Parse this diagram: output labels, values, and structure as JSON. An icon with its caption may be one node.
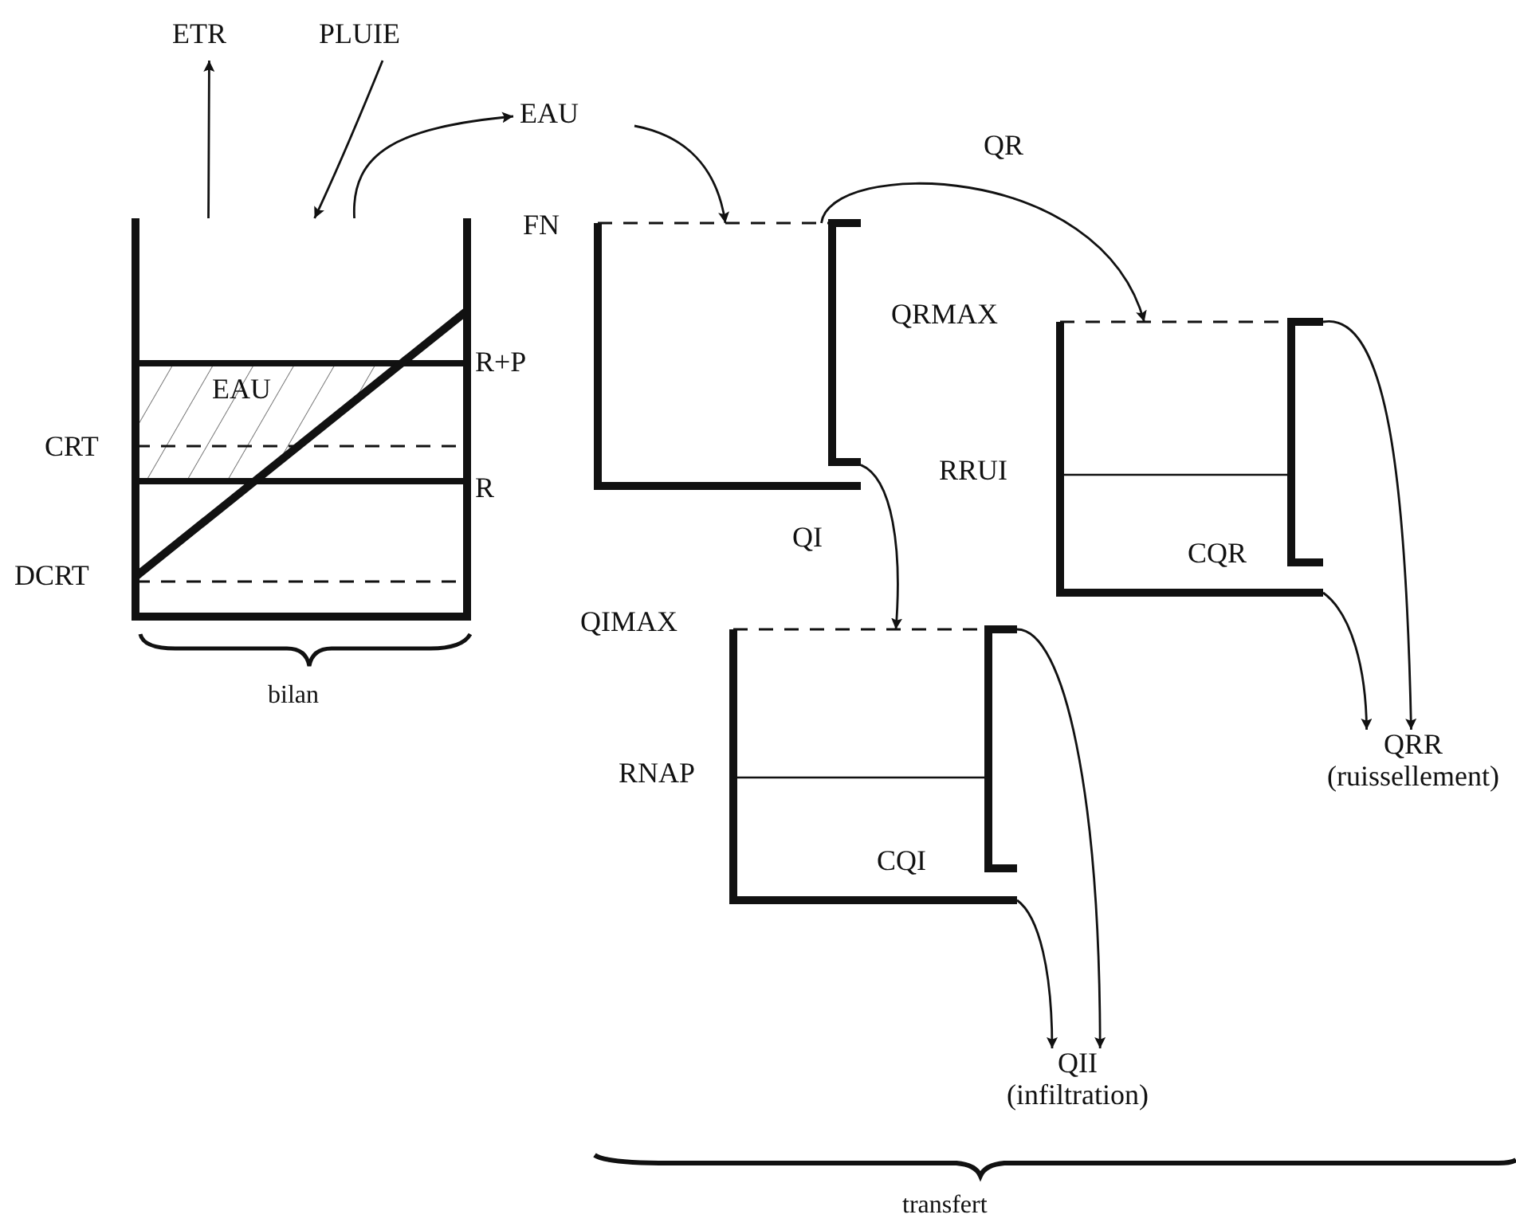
{
  "diagram": {
    "nodes": [
      {
        "text": [
          "EAU"
        ],
        "beside": [
          "CRT",
          "DCRT",
          "R+P",
          "R"
        ]
      },
      {
        "text": [
          "ETR"
        ]
      },
      {
        "text": [
          "PLUIE"
        ]
      },
      {
        "text": [
          "EAU"
        ]
      },
      {
        "text": [],
        "shape": "box",
        "beside": [
          "FN"
        ]
      },
      {
        "text": [
          "RRUI",
          "CQR"
        ]
      },
      {
        "text": [
          "QIMAX",
          "RNAP",
          "CQI"
        ]
      },
      {
        "text": [
          "QRR",
          "(ruissellement)"
        ]
      },
      {
        "text": [
          "QII",
          "(infiltration)"
        ]
      }
    ],
    "edges": [
      {
        "from": 0,
        "to": 1,
        "arrow": "to"
      },
      {
        "from": 2,
        "to": 0,
        "arrow": "to"
      },
      {
        "from": 0,
        "to": 3,
        "arrow": "to"
      },
      {
        "from": 3,
        "to": 4,
        "arrow": "to"
      },
      {
        "from": 4,
        "to": 5,
        "arrow": "to",
        "label": "QR"
      },
      {
        "from": 4,
        "to": 6,
        "arrow": "to",
        "label": "QI"
      },
      {
        "from": 5,
        "to": 7,
        "arrow": "to"
      },
      {
        "from": 5,
        "to": 7,
        "arrow": "to"
      },
      {
        "from": 6,
        "to": 8,
        "arrow": "to"
      },
      {
        "from": 6,
        "to": 8,
        "arrow": "to"
      }
    ],
    "labels": [
      "QRMAX",
      "bilan",
      "transfert"
    ]
  }
}
